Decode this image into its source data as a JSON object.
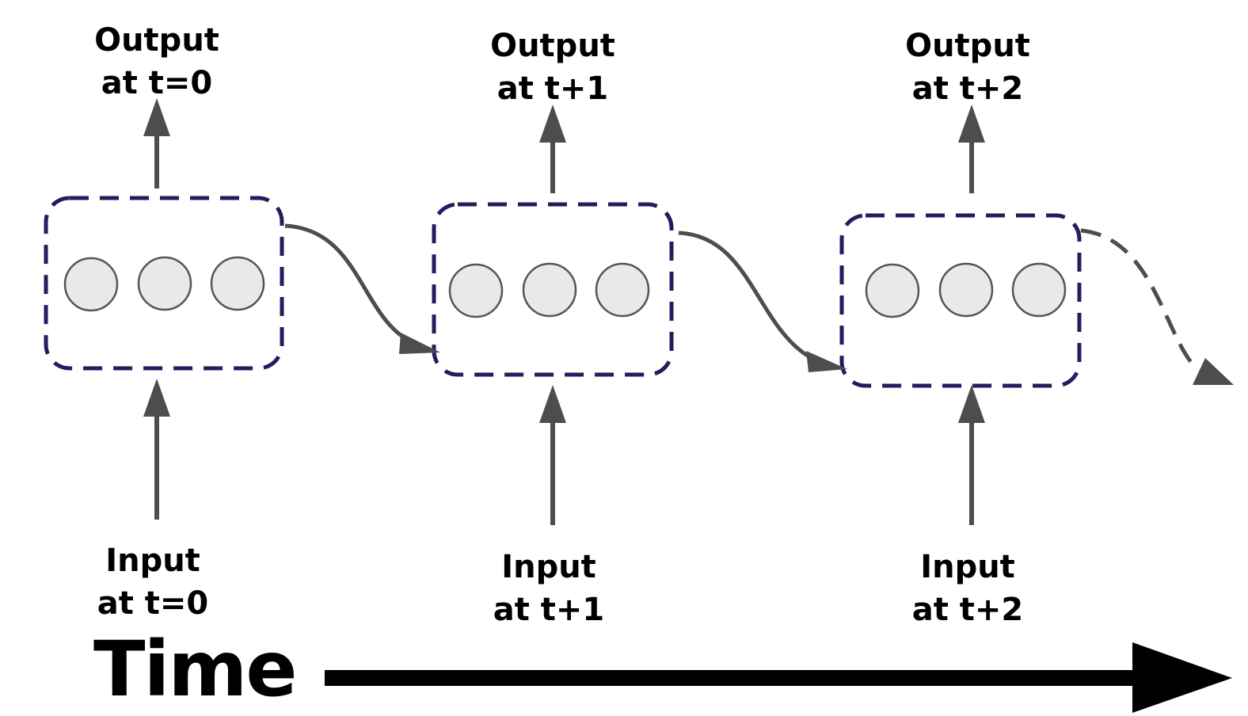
{
  "steps": [
    {
      "output_line1": "Output",
      "output_line2": "at t=0",
      "input_line1": "Input",
      "input_line2": "at t=0"
    },
    {
      "output_line1": "Output",
      "output_line2": "at t+1",
      "input_line1": "Input",
      "input_line2": "at t+1"
    },
    {
      "output_line1": "Output",
      "output_line2": "at t+2",
      "input_line1": "Input",
      "input_line2": "at t+2"
    }
  ],
  "time_label": "Time",
  "colors": {
    "cell_border": "#271a5e",
    "arrow": "#4d4d4d",
    "node_fill": "#e9e9e9",
    "node_stroke": "#555555",
    "time_arrow": "#000000"
  }
}
